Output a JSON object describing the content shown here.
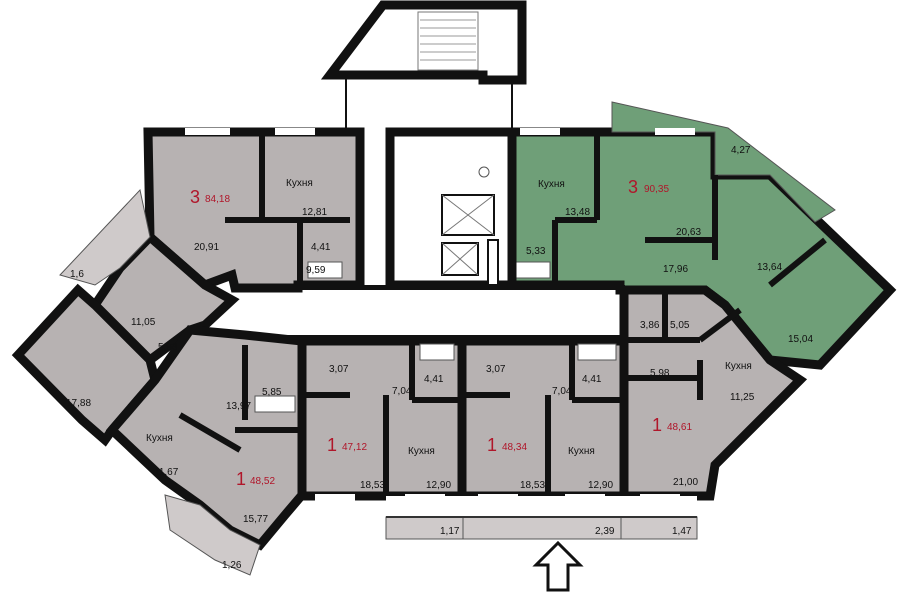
{
  "colors": {
    "apartment_grey": "#b7b2b2",
    "apartment_green": "#6f9f78",
    "balcony": "#cfcaca",
    "wall": "#111111",
    "accent": "#b0162a"
  },
  "apartments": {
    "a1": {
      "rooms": "3",
      "area": "84,18"
    },
    "a2": {
      "rooms": "3",
      "area": "90,35"
    },
    "a3": {
      "rooms": "1",
      "area": "47,12"
    },
    "a4": {
      "rooms": "1",
      "area": "48,34"
    },
    "a5": {
      "rooms": "1",
      "area": "48,61"
    },
    "a6": {
      "rooms": "1",
      "area": "48,52"
    }
  },
  "labels": {
    "kitchen": "Кухня",
    "a1_kitchen_area": "12,81",
    "a1_room1": "20,91",
    "a1_bath": "4,41",
    "a1_hall": "9,59",
    "a1_balcony": "1,6",
    "a1_room2": "11,05",
    "a1_wc": "5,93",
    "a1_room3": "17,88",
    "a2_kitchen_area": "13,48",
    "a2_bath": "5,33",
    "a2_room1": "20,63",
    "a2_balcony": "4,27",
    "a2_hall": "17,96",
    "a2_room2": "13,64",
    "a2_room3": "15,04",
    "a3_hall": "3,07",
    "a3_bath": "4,41",
    "a3_corr": "7,04",
    "a3_room": "18,53",
    "a3_kitchen_area": "12,90",
    "a4_hall": "3,07",
    "a4_bath": "4,41",
    "a4_corr": "7,04",
    "a4_room": "18,53",
    "a4_kitchen_area": "12,90",
    "a5_hall": "3,86",
    "a5_bath": "5,05",
    "a5_corr": "5,98",
    "a5_kitchen_area": "11,25",
    "a5_room": "21,00",
    "a6_bath": "5,85",
    "a6_hall": "13,97",
    "a6_kitchen_area": "11,67",
    "a6_room": "15,77",
    "a6_balcony": "1,26",
    "loggia1": "1,17",
    "loggia2": "2,39",
    "loggia3": "1,47"
  }
}
